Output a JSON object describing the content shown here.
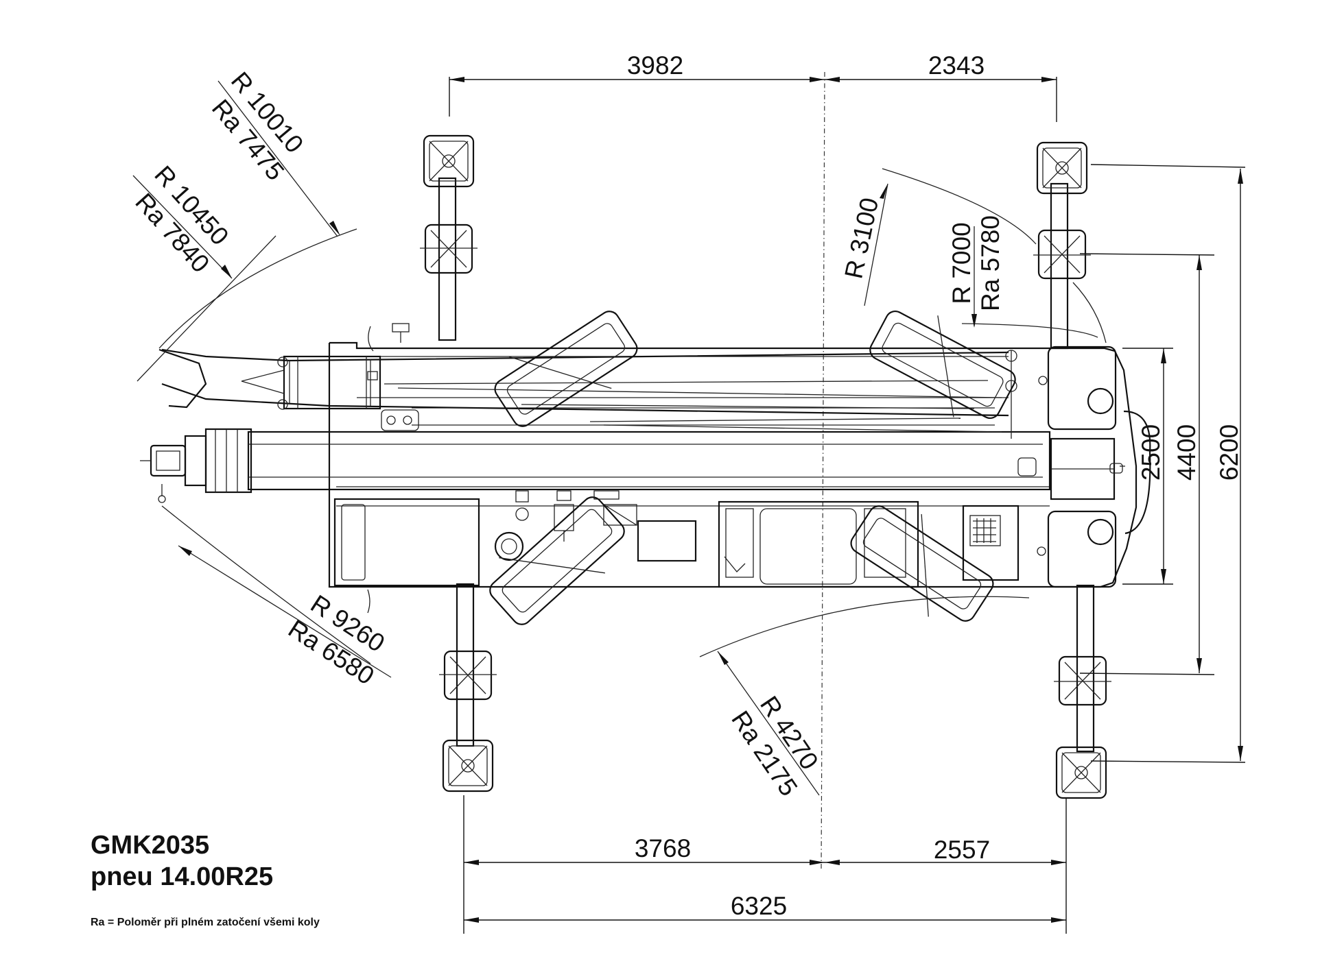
{
  "title": {
    "model": "GMK2035",
    "tyre": "pneu 14.00R25"
  },
  "note": "Ra = Poloměr při plném zatočení všemi koly",
  "dimensions": {
    "top_front": "3982",
    "top_rear": "2343",
    "bottom_front": "3768",
    "bottom_rear": "2557",
    "bottom_total": "6325",
    "width_2500": "2500",
    "width_4400": "4400",
    "width_6200": "6200"
  },
  "radii": {
    "r10010": "R 10010",
    "ra7475": "Ra 7475",
    "r10450": "R 10450",
    "ra7840": "Ra 7840",
    "r9260": "R 9260",
    "ra6580": "Ra 6580",
    "r3100": "R 3100",
    "r7000": "R 7000",
    "ra5780": "Ra 5780",
    "r4270": "R 4270",
    "ra2175": "Ra 2175"
  }
}
